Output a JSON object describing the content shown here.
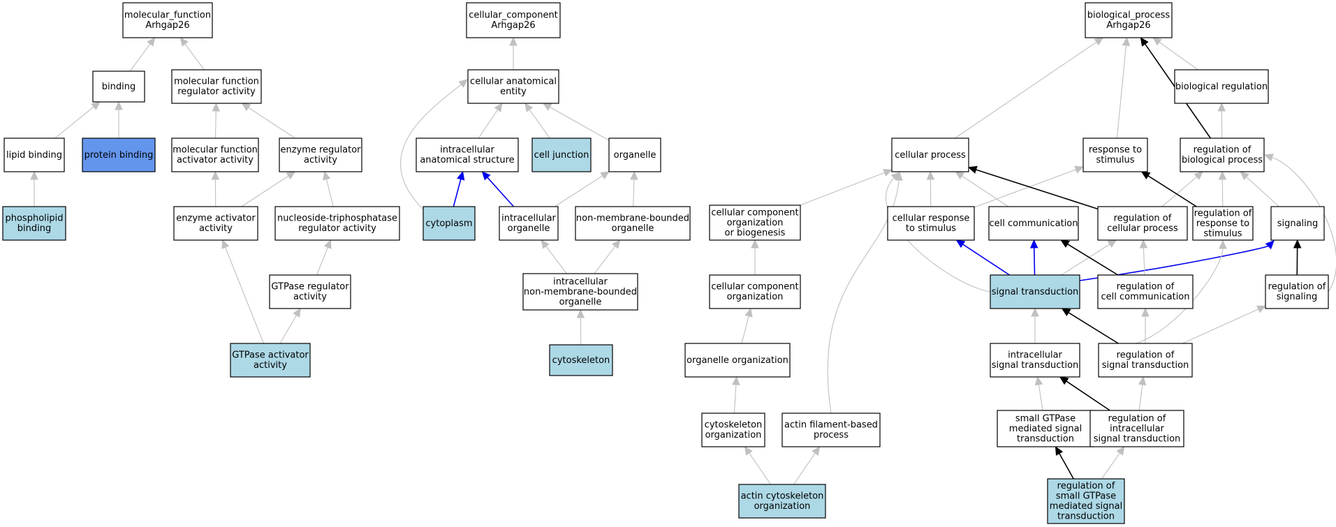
{
  "colors": {
    "plain_fill": "#ffffff",
    "highlight_fill": "#add8e6",
    "strong_fill": "#6495ed",
    "edge_gray": "#c0c0c0",
    "edge_black": "#000000",
    "edge_blue": "#0000ee"
  },
  "nodes": [
    {
      "id": "mf_root",
      "lines": [
        "molecular_function",
        "Arhgap26"
      ],
      "fill": "plain"
    },
    {
      "id": "binding",
      "lines": [
        "binding"
      ],
      "fill": "plain"
    },
    {
      "id": "mf_reg",
      "lines": [
        "molecular function",
        "regulator activity"
      ],
      "fill": "plain"
    },
    {
      "id": "lipid_binding",
      "lines": [
        "lipid binding"
      ],
      "fill": "plain"
    },
    {
      "id": "protein_binding",
      "lines": [
        "protein binding"
      ],
      "fill": "strong"
    },
    {
      "id": "mf_act",
      "lines": [
        "molecular function",
        "activator activity"
      ],
      "fill": "plain"
    },
    {
      "id": "enz_reg",
      "lines": [
        "enzyme regulator",
        "activity"
      ],
      "fill": "plain"
    },
    {
      "id": "phospholipid",
      "lines": [
        "phospholipid",
        "binding"
      ],
      "fill": "highlight"
    },
    {
      "id": "enz_act",
      "lines": [
        "enzyme activator",
        "activity"
      ],
      "fill": "plain"
    },
    {
      "id": "ntpase_reg",
      "lines": [
        "nucleoside-triphosphatase",
        "regulator activity"
      ],
      "fill": "plain"
    },
    {
      "id": "gtpase_reg",
      "lines": [
        "GTPase regulator",
        "activity"
      ],
      "fill": "plain"
    },
    {
      "id": "gtpase_act",
      "lines": [
        "GTPase activator",
        "activity"
      ],
      "fill": "highlight"
    },
    {
      "id": "cc_root",
      "lines": [
        "cellular_component",
        "Arhgap26"
      ],
      "fill": "plain"
    },
    {
      "id": "cae",
      "lines": [
        "cellular anatomical",
        "entity"
      ],
      "fill": "plain"
    },
    {
      "id": "ias",
      "lines": [
        "intracellular",
        "anatomical structure"
      ],
      "fill": "plain"
    },
    {
      "id": "cell_junction",
      "lines": [
        "cell junction"
      ],
      "fill": "highlight"
    },
    {
      "id": "organelle",
      "lines": [
        "organelle"
      ],
      "fill": "plain"
    },
    {
      "id": "cytoplasm",
      "lines": [
        "cytoplasm"
      ],
      "fill": "highlight"
    },
    {
      "id": "ic_org",
      "lines": [
        "intracellular",
        "organelle"
      ],
      "fill": "plain"
    },
    {
      "id": "nmb_org",
      "lines": [
        "non-membrane-bounded",
        "organelle"
      ],
      "fill": "plain"
    },
    {
      "id": "ic_nmb_org",
      "lines": [
        "intracellular",
        "non-membrane-bounded",
        "organelle"
      ],
      "fill": "plain"
    },
    {
      "id": "cytoskeleton",
      "lines": [
        "cytoskeleton"
      ],
      "fill": "highlight"
    },
    {
      "id": "bp_root",
      "lines": [
        "biological_process",
        "Arhgap26"
      ],
      "fill": "plain"
    },
    {
      "id": "bio_reg",
      "lines": [
        "biological regulation"
      ],
      "fill": "plain"
    },
    {
      "id": "cell_proc",
      "lines": [
        "cellular process"
      ],
      "fill": "plain"
    },
    {
      "id": "resp_stim",
      "lines": [
        "response to",
        "stimulus"
      ],
      "fill": "plain"
    },
    {
      "id": "reg_bio",
      "lines": [
        "regulation of",
        "biological process"
      ],
      "fill": "plain"
    },
    {
      "id": "ccob",
      "lines": [
        "cellular component",
        "organization",
        "or biogenesis"
      ],
      "fill": "plain"
    },
    {
      "id": "cell_resp",
      "lines": [
        "cellular response",
        "to stimulus"
      ],
      "fill": "plain"
    },
    {
      "id": "cell_comm",
      "lines": [
        "cell communication"
      ],
      "fill": "plain"
    },
    {
      "id": "reg_cell_proc",
      "lines": [
        "regulation of",
        "cellular process"
      ],
      "fill": "plain"
    },
    {
      "id": "reg_resp",
      "lines": [
        "regulation of",
        "response to",
        "stimulus"
      ],
      "fill": "plain"
    },
    {
      "id": "signaling",
      "lines": [
        "signaling"
      ],
      "fill": "plain"
    },
    {
      "id": "cco",
      "lines": [
        "cellular component",
        "organization"
      ],
      "fill": "plain"
    },
    {
      "id": "sig_trans",
      "lines": [
        "signal transduction"
      ],
      "fill": "highlight"
    },
    {
      "id": "reg_cell_comm",
      "lines": [
        "regulation of",
        "cell communication"
      ],
      "fill": "plain"
    },
    {
      "id": "reg_sig",
      "lines": [
        "regulation of",
        "signaling"
      ],
      "fill": "plain"
    },
    {
      "id": "org_org",
      "lines": [
        "organelle organization"
      ],
      "fill": "plain"
    },
    {
      "id": "ic_sig",
      "lines": [
        "intracellular",
        "signal transduction"
      ],
      "fill": "plain"
    },
    {
      "id": "reg_sig_trans",
      "lines": [
        "regulation of",
        "signal transduction"
      ],
      "fill": "plain"
    },
    {
      "id": "cytosk_org",
      "lines": [
        "cytoskeleton",
        "organization"
      ],
      "fill": "plain"
    },
    {
      "id": "actin_fil",
      "lines": [
        "actin filament-based",
        "process"
      ],
      "fill": "plain"
    },
    {
      "id": "sgtp",
      "lines": [
        "small GTPase",
        "mediated signal",
        "transduction"
      ],
      "fill": "plain"
    },
    {
      "id": "reg_ic_sig",
      "lines": [
        "regulation of",
        "intracellular",
        "signal transduction"
      ],
      "fill": "plain"
    },
    {
      "id": "actin_cyto_org",
      "lines": [
        "actin cytoskeleton",
        "organization"
      ],
      "fill": "highlight"
    },
    {
      "id": "reg_sgtp",
      "lines": [
        "regulation of",
        "small GTPase",
        "mediated signal",
        "transduction"
      ],
      "fill": "highlight"
    }
  ],
  "edges": [
    {
      "from": "binding",
      "to": "mf_root",
      "kind": "gray"
    },
    {
      "from": "mf_reg",
      "to": "mf_root",
      "kind": "gray"
    },
    {
      "from": "lipid_binding",
      "to": "binding",
      "kind": "gray"
    },
    {
      "from": "protein_binding",
      "to": "binding",
      "kind": "gray"
    },
    {
      "from": "mf_act",
      "to": "mf_reg",
      "kind": "gray"
    },
    {
      "from": "enz_reg",
      "to": "mf_reg",
      "kind": "gray"
    },
    {
      "from": "phospholipid",
      "to": "lipid_binding",
      "kind": "gray"
    },
    {
      "from": "enz_act",
      "to": "mf_act",
      "kind": "gray"
    },
    {
      "from": "enz_act",
      "to": "enz_reg",
      "kind": "gray"
    },
    {
      "from": "ntpase_reg",
      "to": "enz_reg",
      "kind": "gray"
    },
    {
      "from": "gtpase_reg",
      "to": "ntpase_reg",
      "kind": "gray"
    },
    {
      "from": "gtpase_act",
      "to": "enz_act",
      "kind": "gray"
    },
    {
      "from": "gtpase_act",
      "to": "gtpase_reg",
      "kind": "gray"
    },
    {
      "from": "cae",
      "to": "cc_root",
      "kind": "gray"
    },
    {
      "from": "ias",
      "to": "cae",
      "kind": "gray"
    },
    {
      "from": "cell_junction",
      "to": "cae",
      "kind": "gray"
    },
    {
      "from": "organelle",
      "to": "cae",
      "kind": "gray"
    },
    {
      "from": "cytoplasm",
      "to": "cae",
      "kind": "gray",
      "curve": "left"
    },
    {
      "from": "cytoplasm",
      "to": "ias",
      "kind": "blue"
    },
    {
      "from": "ic_org",
      "to": "ias",
      "kind": "blue"
    },
    {
      "from": "ic_org",
      "to": "organelle",
      "kind": "gray"
    },
    {
      "from": "nmb_org",
      "to": "organelle",
      "kind": "gray"
    },
    {
      "from": "ic_nmb_org",
      "to": "ic_org",
      "kind": "gray"
    },
    {
      "from": "ic_nmb_org",
      "to": "nmb_org",
      "kind": "gray"
    },
    {
      "from": "cytoskeleton",
      "to": "ic_nmb_org",
      "kind": "gray"
    },
    {
      "from": "cell_proc",
      "to": "bp_root",
      "kind": "gray"
    },
    {
      "from": "resp_stim",
      "to": "bp_root",
      "kind": "gray"
    },
    {
      "from": "bio_reg",
      "to": "bp_root",
      "kind": "gray"
    },
    {
      "from": "reg_bio",
      "to": "bp_root",
      "kind": "black"
    },
    {
      "from": "reg_bio",
      "to": "bio_reg",
      "kind": "gray"
    },
    {
      "from": "ccob",
      "to": "cell_proc",
      "kind": "gray"
    },
    {
      "from": "cell_resp",
      "to": "cell_proc",
      "kind": "gray"
    },
    {
      "from": "cell_resp",
      "to": "resp_stim",
      "kind": "gray"
    },
    {
      "from": "cell_comm",
      "to": "cell_proc",
      "kind": "gray"
    },
    {
      "from": "reg_cell_proc",
      "to": "cell_proc",
      "kind": "black"
    },
    {
      "from": "reg_cell_proc",
      "to": "reg_bio",
      "kind": "gray"
    },
    {
      "from": "reg_resp",
      "to": "resp_stim",
      "kind": "black"
    },
    {
      "from": "reg_resp",
      "to": "reg_bio",
      "kind": "gray"
    },
    {
      "from": "signaling",
      "to": "reg_bio",
      "kind": "gray"
    },
    {
      "from": "cco",
      "to": "ccob",
      "kind": "gray"
    },
    {
      "from": "sig_trans",
      "to": "cell_resp",
      "kind": "blue"
    },
    {
      "from": "sig_trans",
      "to": "cell_comm",
      "kind": "blue"
    },
    {
      "from": "sig_trans",
      "to": "signaling",
      "kind": "blue",
      "curve": "up"
    },
    {
      "from": "sig_trans",
      "to": "cell_proc",
      "kind": "gray",
      "curve": "left"
    },
    {
      "from": "sig_trans",
      "to": "reg_cell_proc",
      "kind": "gray"
    },
    {
      "from": "reg_cell_comm",
      "to": "cell_comm",
      "kind": "black"
    },
    {
      "from": "reg_cell_comm",
      "to": "reg_cell_proc",
      "kind": "gray"
    },
    {
      "from": "reg_sig",
      "to": "signaling",
      "kind": "black"
    },
    {
      "from": "reg_sig",
      "to": "reg_bio",
      "kind": "gray",
      "curve": "right"
    },
    {
      "from": "org_org",
      "to": "cco",
      "kind": "gray"
    },
    {
      "from": "ic_sig",
      "to": "sig_trans",
      "kind": "gray"
    },
    {
      "from": "reg_sig_trans",
      "to": "sig_trans",
      "kind": "black"
    },
    {
      "from": "reg_sig_trans",
      "to": "reg_cell_comm",
      "kind": "gray"
    },
    {
      "from": "reg_sig_trans",
      "to": "reg_sig",
      "kind": "gray"
    },
    {
      "from": "reg_sig_trans",
      "to": "reg_resp",
      "kind": "gray",
      "curve": "right"
    },
    {
      "from": "cytosk_org",
      "to": "org_org",
      "kind": "gray"
    },
    {
      "from": "actin_fil",
      "to": "cell_proc",
      "kind": "gray",
      "curve": "left"
    },
    {
      "from": "sgtp",
      "to": "ic_sig",
      "kind": "gray"
    },
    {
      "from": "reg_ic_sig",
      "to": "ic_sig",
      "kind": "black"
    },
    {
      "from": "reg_ic_sig",
      "to": "reg_sig_trans",
      "kind": "gray"
    },
    {
      "from": "actin_cyto_org",
      "to": "cytosk_org",
      "kind": "gray"
    },
    {
      "from": "actin_cyto_org",
      "to": "actin_fil",
      "kind": "gray"
    },
    {
      "from": "reg_sgtp",
      "to": "sgtp",
      "kind": "black"
    },
    {
      "from": "reg_sgtp",
      "to": "reg_ic_sig",
      "kind": "gray"
    }
  ]
}
